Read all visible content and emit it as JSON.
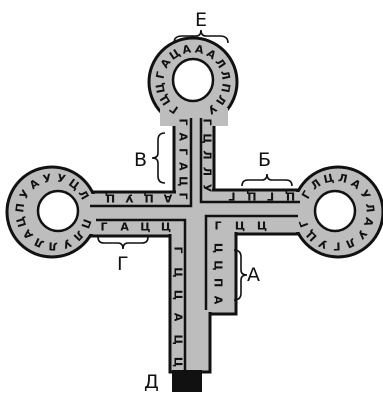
{
  "title": "",
  "colors": {
    "background": "#ffffff",
    "strand_fill": "#bdbdbd",
    "strand_outline": "#111111",
    "loop_hole": "#ffffff",
    "attachment_end": "#111111"
  },
  "labels": {
    "E": "Е",
    "B": "Б",
    "V": "В",
    "A": "А",
    "G": "Г",
    "D": "Д"
  },
  "sequences": {
    "top_loop": "ГЦЦГАЦАААЛЛПЛУ",
    "right_loop": "ГЛЦЛАУЛАУЛГУЦГ",
    "left_loop": "ПЛУЛЛАЦПУАУУЦЛ",
    "top_stem_left": "ГАГАЦГ",
    "top_stem_right": "ГЦЛЛУ",
    "right_arm_top": "ГЦГЦ",
    "right_arm_bottom": "ГЦЦ",
    "left_arm_top": "ЦУЦА",
    "left_arm_bottom": "ГАЦЦ",
    "acceptor_left": "ГЦЦАЦЦ",
    "acceptor_right": "ЦЦПА"
  }
}
